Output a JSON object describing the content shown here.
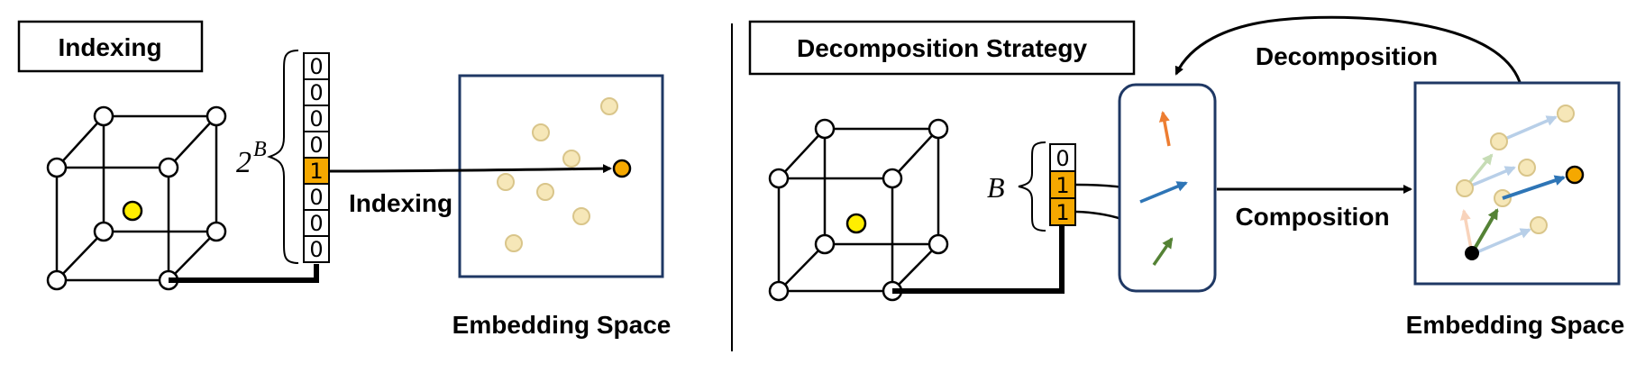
{
  "left_panel": {
    "title": "Indexing",
    "bit_vector": [
      "0",
      "0",
      "0",
      "0",
      "1",
      "0",
      "0",
      "0"
    ],
    "size_label_base": "2",
    "size_label_exp": "B",
    "arrow_label": "Indexing",
    "space_label": "Embedding Space"
  },
  "right_panel": {
    "title": "Decomposition Strategy",
    "bit_vector": [
      "0",
      "1",
      "1"
    ],
    "size_label": "B",
    "top_arrow_label": "Decomposition",
    "mid_arrow_label": "Composition",
    "space_label": "Embedding Space"
  },
  "colors": {
    "highlight_bit": "#f5a800",
    "faded_point": "#f6e7b8",
    "target_point": "#f5a800",
    "query_node": "#ffee00",
    "panel_border": "#1f3864",
    "vec_orange": "#ed7d31",
    "vec_blue": "#2e75b6",
    "vec_green": "#548235"
  },
  "icons": [
    "cube-graph",
    "arrow-right",
    "curved-arrow"
  ]
}
